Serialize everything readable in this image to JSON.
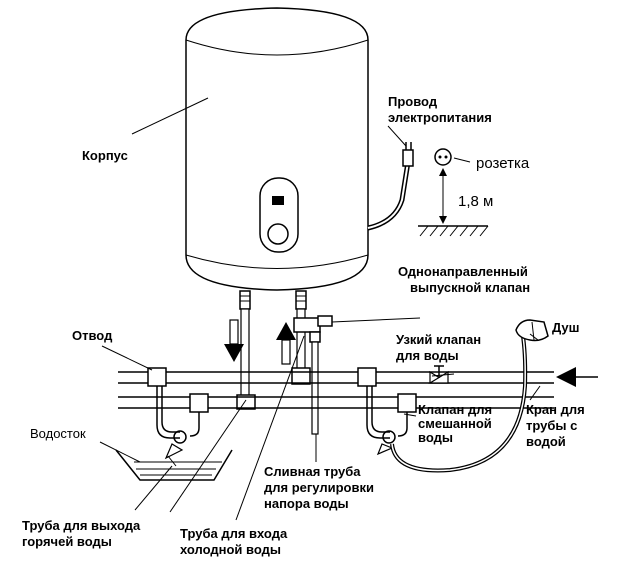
{
  "labels": {
    "korpus": "Корпус",
    "provod_1": "Провод",
    "provod_2": "электропитания",
    "rozetka": "розетка",
    "height": "1,8 м",
    "odnonapr_1": "Однонаправленный",
    "odnonapr_2": "выпускной клапан",
    "otvod": "Отвод",
    "uzkiy_1": "Узкий клапан",
    "uzkiy_2": "для воды",
    "dush": "Душ",
    "kran_1": "Кран для",
    "kran_2": "трубы с",
    "kran_3": "водой",
    "klapan_mix_1": "Клапан для",
    "klapan_mix_2": "смешанной",
    "klapan_mix_3": "воды",
    "vodostok": "Водосток",
    "slivnaya_1": "Сливная труба",
    "slivnaya_2": "для регулировки",
    "slivnaya_3": "напора воды",
    "truba_hot_1": "Труба для выхода",
    "truba_hot_2": "горячей воды",
    "truba_cold_1": "Труба для входа",
    "truba_cold_2": "холодной воды"
  }
}
